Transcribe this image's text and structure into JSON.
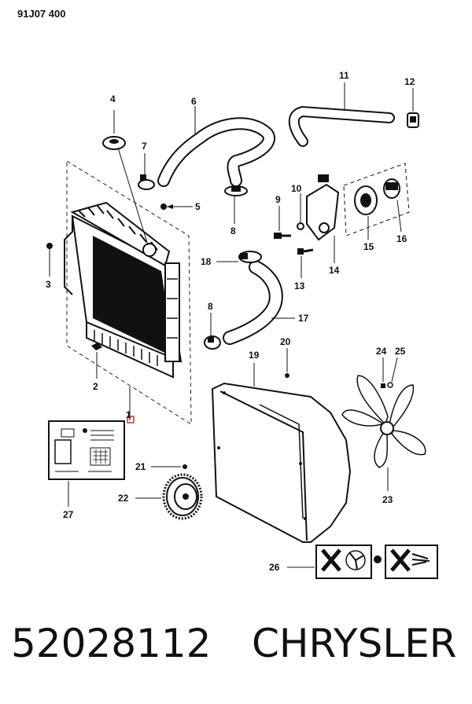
{
  "diagram": {
    "code": "91J07 400",
    "callouts": [
      "1",
      "2",
      "3",
      "4",
      "5",
      "6",
      "7",
      "8",
      "8",
      "9",
      "10",
      "11",
      "12",
      "13",
      "14",
      "15",
      "16",
      "17",
      "18",
      "19",
      "20",
      "21",
      "22",
      "23",
      "24",
      "25",
      "26",
      "27"
    ]
  },
  "footer": {
    "part_number": "52028112",
    "brand": "CHRYSLER"
  }
}
